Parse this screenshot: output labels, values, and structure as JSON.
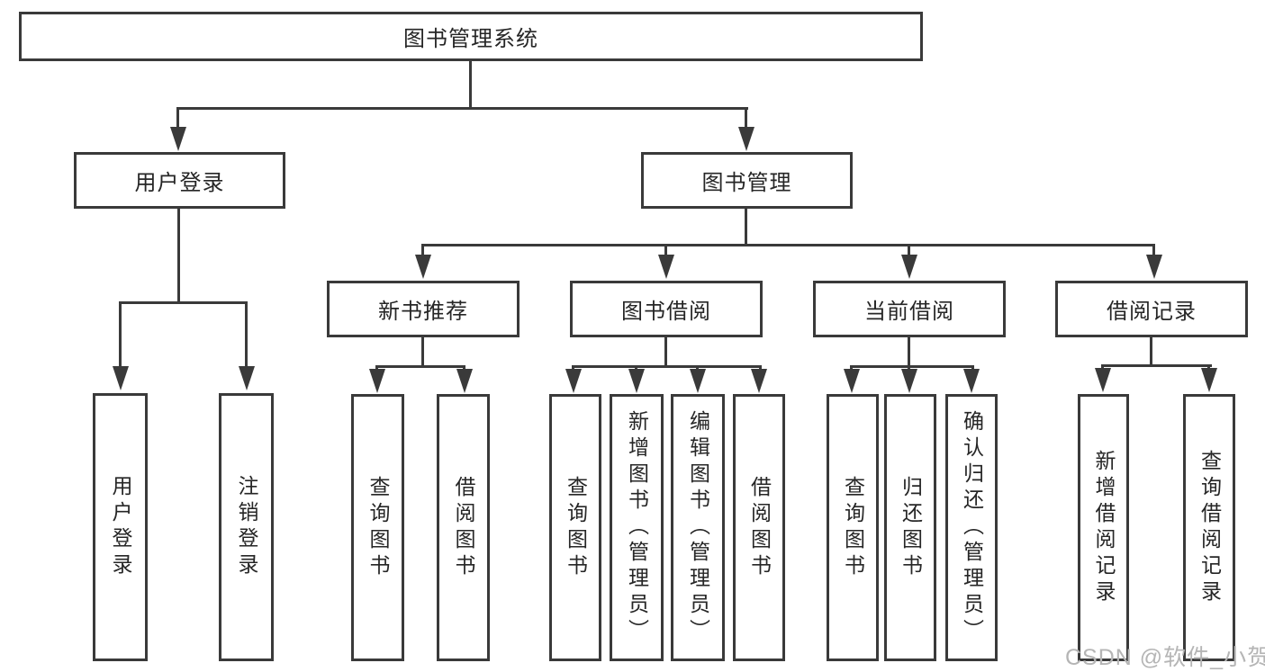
{
  "tree": {
    "root": "图书管理系统",
    "children": [
      {
        "label": "用户登录",
        "children": [
          {
            "label": "用户登录"
          },
          {
            "label": "注销登录"
          }
        ]
      },
      {
        "label": "图书管理",
        "children": [
          {
            "label": "新书推荐",
            "children": [
              {
                "label": "查询图书"
              },
              {
                "label": "借阅图书"
              }
            ]
          },
          {
            "label": "图书借阅",
            "children": [
              {
                "label": "查询图书"
              },
              {
                "label": "新增图书（管理员）"
              },
              {
                "label": "编辑图书（管理员）"
              },
              {
                "label": "借阅图书"
              }
            ]
          },
          {
            "label": "当前借阅",
            "children": [
              {
                "label": "查询图书"
              },
              {
                "label": "归还图书"
              },
              {
                "label": "确认归还（管理员）"
              }
            ]
          },
          {
            "label": "借阅记录",
            "children": [
              {
                "label": "新增借阅记录"
              },
              {
                "label": "查询借阅记录"
              }
            ]
          }
        ]
      }
    ]
  },
  "watermark": {
    "text": "CSDN @软件_小贺同学",
    "color": "#b5b5b5"
  },
  "colors": {
    "line": "#3a3a3a",
    "text": "#262626",
    "background": "#ffffff"
  }
}
